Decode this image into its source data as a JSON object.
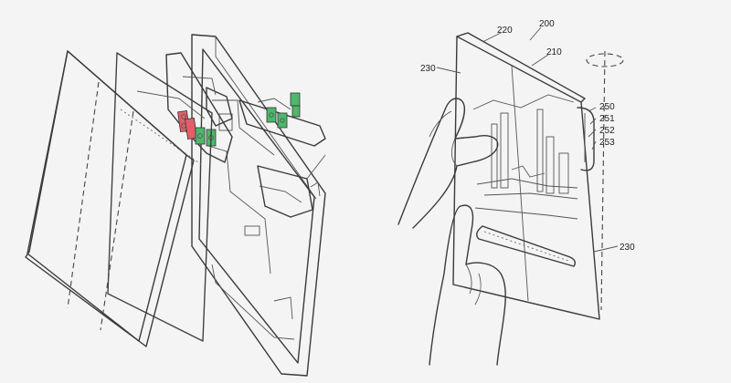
{
  "colors": {
    "background": "#f4f4f4",
    "display_panel": "#b9dcef",
    "chip_red": "#e0606a",
    "chip_green": "#4db86b",
    "line": "#3a3a3a"
  },
  "labels": {
    "l200": "200",
    "l210": "210",
    "l220": "220",
    "l230_top": "230",
    "l230_bottom": "230",
    "l250": "250",
    "l251": "251",
    "l252": "252",
    "l253": "253"
  }
}
